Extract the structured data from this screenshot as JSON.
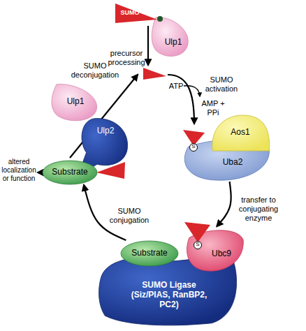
{
  "diagram": {
    "nodes": [
      {
        "text": [
          "SUMO"
        ]
      },
      {
        "text": [
          "Ulp1"
        ]
      },
      {
        "text": [
          "Ulp1"
        ]
      },
      {
        "text": [
          "Ulp2"
        ]
      },
      {
        "text": [
          "Aos1"
        ]
      },
      {
        "text": [
          "Uba2"
        ]
      },
      {
        "text": [
          "Substrate"
        ]
      },
      {
        "text": [
          "Ubc9"
        ]
      },
      {
        "text": [
          "Substrate"
        ]
      },
      {
        "text": [
          "SUMO Ligase (Siz/PIAS, RanBP2, PC2)"
        ]
      }
    ],
    "edges": [
      {
        "from": 5,
        "to": 7,
        "label": "transfer to conjugating enzyme",
        "arrow": "to"
      },
      {
        "from": 8,
        "to": 6,
        "label": "SUMO conjugation",
        "arrow": "to"
      }
    ],
    "labels": [
      "precursor processing",
      "ATP",
      "SUMO activation",
      "AMP + PPi",
      "SUMO deconjugation",
      "altered localization or function",
      "S",
      "S"
    ]
  }
}
